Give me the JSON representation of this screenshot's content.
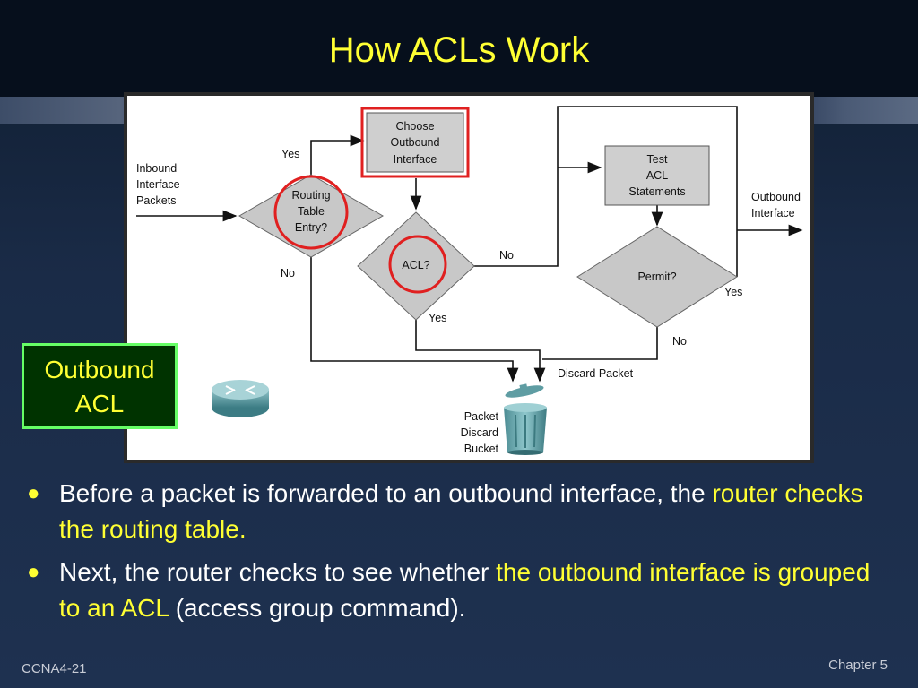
{
  "slide": {
    "title": "How ACLs Work",
    "footer_left": "CCNA4-21",
    "footer_right": "Chapter 5"
  },
  "callout": {
    "line1": "Outbound",
    "line2": "ACL"
  },
  "diagram": {
    "inbound_label": [
      "Inbound",
      "Interface",
      "Packets"
    ],
    "routing_decision": [
      "Routing",
      "Table",
      "Entry?"
    ],
    "choose_box": [
      "Choose",
      "Outbound",
      "Interface"
    ],
    "acl_decision": "ACL?",
    "test_box": [
      "Test",
      "ACL",
      "Statements"
    ],
    "permit_decision": "Permit?",
    "outbound_label": [
      "Outbound",
      "Interface"
    ],
    "yes": "Yes",
    "no": "No",
    "discard_packet": "Discard Packet",
    "bucket_label": [
      "Packet",
      "Discard",
      "Bucket"
    ]
  },
  "bullets": [
    {
      "before": "Before a packet is forwarded to an outbound interface, the",
      "highlight": "router checks the routing table.",
      "after": ""
    },
    {
      "before": "Next, the router checks to see whether",
      "highlight": "the outbound interface is grouped to an ACL",
      "after": "(access group command)."
    }
  ],
  "colors": {
    "title": "#ffff33",
    "highlight": "#ffff33",
    "callout_border": "#66ff66",
    "callout_bg": "#003300",
    "decision_fill": "#c8c8c8",
    "red_circle": "#e02020"
  },
  "icons": {
    "router": "router-icon",
    "trash": "trash-bin-icon"
  }
}
